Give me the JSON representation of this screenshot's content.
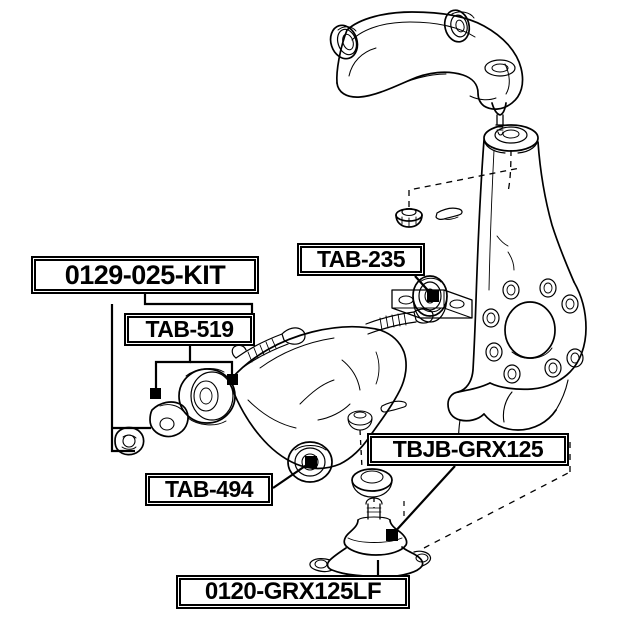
{
  "diagram": {
    "title": "Front Suspension Exploded Parts Diagram",
    "type": "automotive-parts-exploded-view",
    "background_color": "#ffffff",
    "line_color": "#000000",
    "label_box_style": "double-border-black-on-white"
  },
  "labels": [
    {
      "id": "kit",
      "text": "0129-025-KIT",
      "part_kind": "bushing-kit",
      "points_to": [
        "arm-bushing-small-washer",
        "arm-bushing-small-ring"
      ]
    },
    {
      "id": "tab519",
      "text": "TAB-519",
      "part_kind": "control-arm-bushing",
      "points_to": [
        "lower-arm-front-bushing"
      ]
    },
    {
      "id": "tab235",
      "text": "TAB-235",
      "part_kind": "control-arm-bushing",
      "points_to": [
        "lower-arm-rear-bracket-bushing"
      ]
    },
    {
      "id": "tab494",
      "text": "TAB-494",
      "part_kind": "control-arm-bushing",
      "points_to": [
        "lower-arm-mid-bushing"
      ]
    },
    {
      "id": "tbjb",
      "text": "TBJB-GRX125",
      "part_kind": "ball-joint-boot",
      "points_to": [
        "lower-ball-joint-boot"
      ]
    },
    {
      "id": "bj0120",
      "text": "0120-GRX125LF",
      "part_kind": "lower-ball-joint",
      "points_to": [
        "lower-ball-joint-assembly"
      ]
    }
  ],
  "parts": [
    {
      "id": "upper-control-arm",
      "name": "Upper control arm",
      "position": "top-center-right"
    },
    {
      "id": "steering-knuckle",
      "name": "Steering knuckle",
      "position": "right"
    },
    {
      "id": "lower-control-arm",
      "name": "Lower control arm",
      "position": "center"
    },
    {
      "id": "lower-ball-joint-assembly",
      "name": "Lower ball joint assembly",
      "position": "bottom-center"
    },
    {
      "id": "castle-nut",
      "name": "Castle nut",
      "position": "mid-right"
    },
    {
      "id": "cotter-pin",
      "name": "Cotter pin",
      "position": "mid-right"
    },
    {
      "id": "arm-bushing-small-washer",
      "name": "Bushing washer",
      "position": "left-lower"
    },
    {
      "id": "arm-bushing-small-ring",
      "name": "Bushing ring",
      "position": "left-lower"
    }
  ]
}
